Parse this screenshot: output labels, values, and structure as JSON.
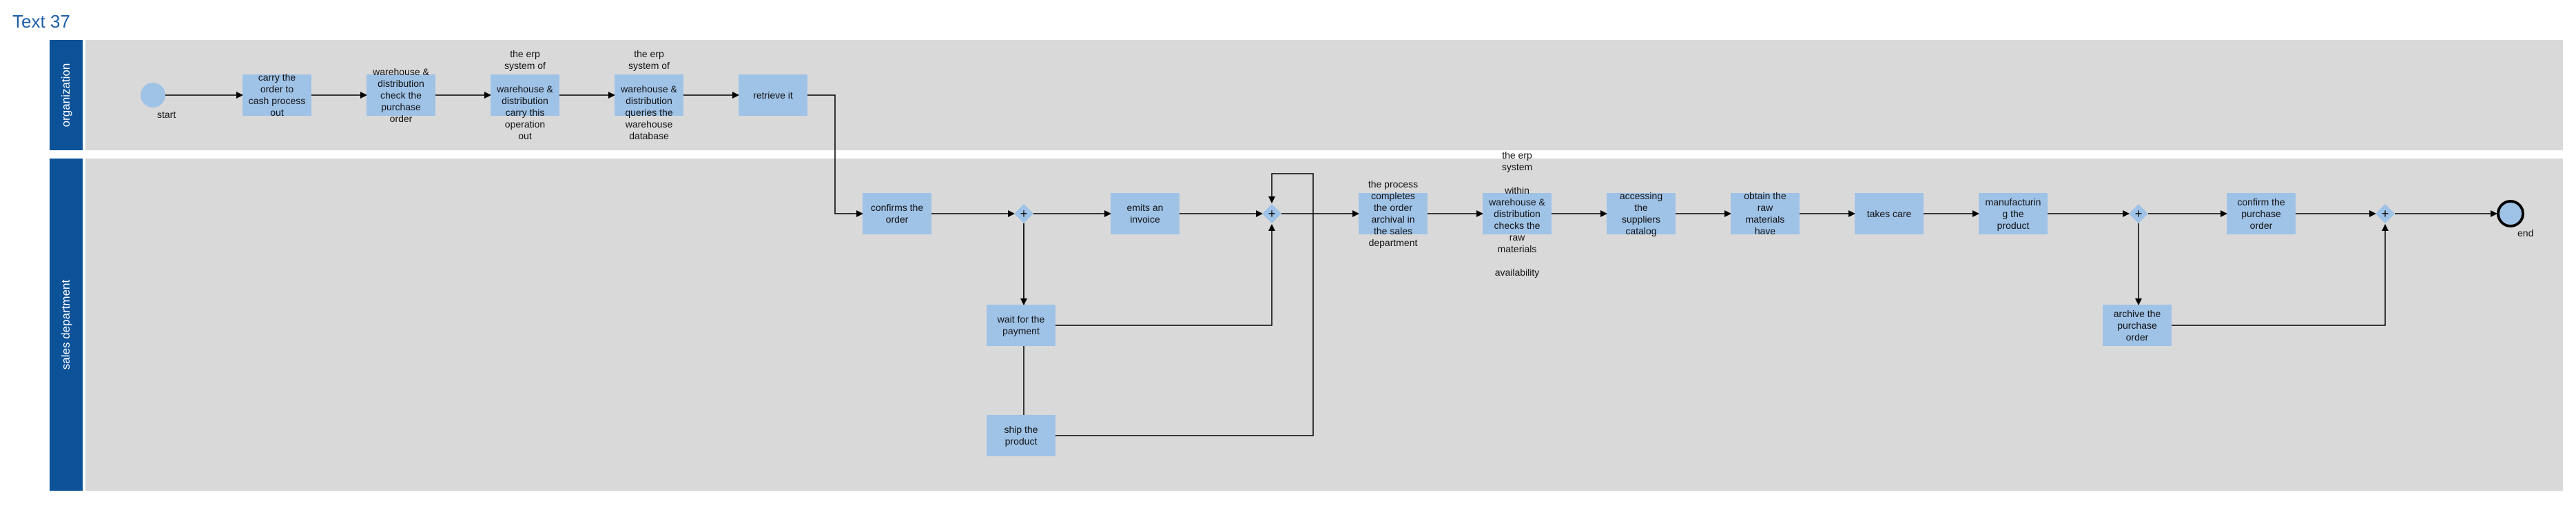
{
  "diagram": {
    "title": "Text 37",
    "lanes": [
      {
        "id": "organization",
        "label": "organization"
      },
      {
        "id": "sales",
        "label": "sales department"
      }
    ],
    "events": {
      "start": {
        "label": "start"
      },
      "end": {
        "label": "end"
      }
    },
    "tasks": {
      "t1": "carry the\norder to\ncash process\nout",
      "t2": "warehouse &\ndistribution\ncheck the\npurchase\norder",
      "t3": "the erp\nsystem of\n\nwarehouse &\ndistribution\ncarry this\noperation\nout",
      "t4": "the erp\nsystem of\n\nwarehouse &\ndistribution\nqueries the\nwarehouse\ndatabase",
      "t5": "retrieve it",
      "t6": "confirms the\norder",
      "t7": "emits an\ninvoice",
      "t8": "wait for the\npayment",
      "t9": "ship the\nproduct",
      "t10": "the process\ncompletes\nthe order\narchival in\nthe sales\ndepartment",
      "t11": "the erp\nsystem\n\nwithin\nwarehouse &\ndistribution\nchecks the\nraw\nmaterials\n\navailability",
      "t12": "accessing\nthe\nsuppliers\ncatalog",
      "t13": "obtain the\nraw\nmaterials\nhave",
      "t14": "takes care",
      "t15": "manufacturin\ng the\nproduct",
      "t16": "confirm the\npurchase\norder",
      "t17": "archive the\npurchase\norder"
    },
    "gateways": {
      "g1": "+",
      "g2": "+",
      "g3": "+",
      "g4": "+"
    },
    "colors": {
      "lane_header": "#0c5298",
      "lane_body": "#d9d9d9",
      "task_fill": "#9fc2e7",
      "title": "#1f5fa8"
    }
  }
}
